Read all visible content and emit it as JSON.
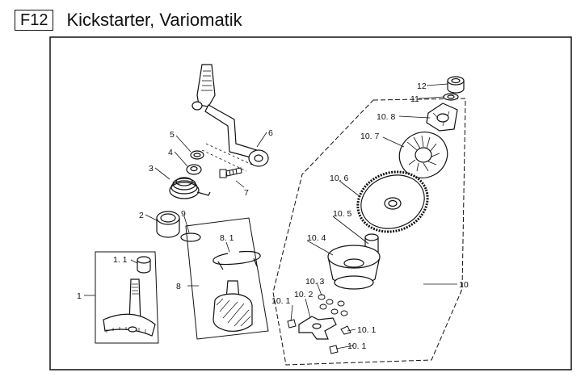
{
  "header": {
    "code": "F12",
    "title": "Kickstarter, Variomatik"
  },
  "labels": {
    "l1": "1",
    "l1_1": "1. 1",
    "l2": "2",
    "l3": "3",
    "l4": "4",
    "l5": "5",
    "l6": "6",
    "l7": "7",
    "l8": "8",
    "l8_1": "8. 1",
    "l9": "9",
    "l10": "10",
    "l10_1a": "10. 1",
    "l10_1b": "10. 1",
    "l10_1c": "10. 1",
    "l10_2": "10. 2",
    "l10_3": "10. 3",
    "l10_4": "10. 4",
    "l10_5": "10. 5",
    "l10_6": "10. 6",
    "l10_7": "10. 7",
    "l10_8": "10. 8",
    "l11": "11",
    "l12": "12"
  }
}
